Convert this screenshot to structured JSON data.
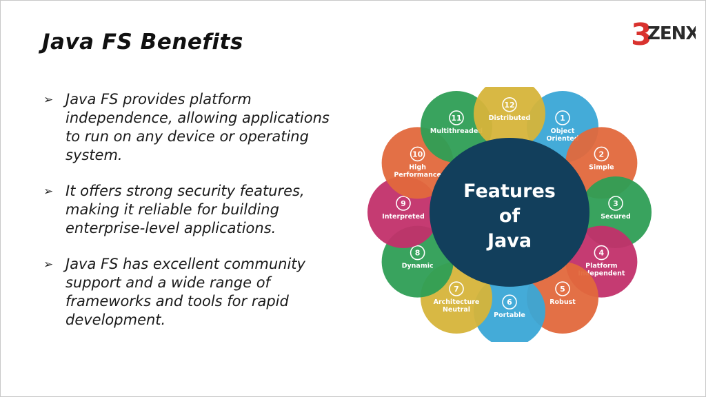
{
  "slide": {
    "title": "Java FS Benefits",
    "logo": {
      "text": "ZENX",
      "number": "3",
      "icon": "zenx-logo"
    },
    "bullet_icon": "arrow-right-icon",
    "bullets": [
      "Java FS provides platform independence, allowing applications to run on any device or operating system.",
      "It offers strong security features, making it reliable for building enterprise-level applications.",
      "Java FS has excellent community support and a wide range of frameworks and tools for rapid development."
    ]
  },
  "diagram": {
    "center_lines": [
      "Features",
      "of",
      "Java"
    ],
    "center_color": "#123f5c",
    "petals": [
      {
        "number": "1",
        "label": "Object Oriented",
        "color": "#3aa6d6"
      },
      {
        "number": "2",
        "label": "Simple",
        "color": "#e2683c"
      },
      {
        "number": "3",
        "label": "Secured",
        "color": "#2e9e55"
      },
      {
        "number": "4",
        "label": "Platform Independent",
        "color": "#c2306a"
      },
      {
        "number": "5",
        "label": "Robust",
        "color": "#e2683c"
      },
      {
        "number": "6",
        "label": "Portable",
        "color": "#3aa6d6"
      },
      {
        "number": "7",
        "label": "Architecture Neutral",
        "color": "#d6b43a"
      },
      {
        "number": "8",
        "label": "Dynamic",
        "color": "#2e9e55"
      },
      {
        "number": "9",
        "label": "Interpreted",
        "color": "#c2306a"
      },
      {
        "number": "10",
        "label": "High Performance",
        "color": "#e2683c"
      },
      {
        "number": "11",
        "label": "Multithreaded",
        "color": "#2e9e55"
      },
      {
        "number": "12",
        "label": "Distributed",
        "color": "#d6b43a"
      }
    ]
  }
}
